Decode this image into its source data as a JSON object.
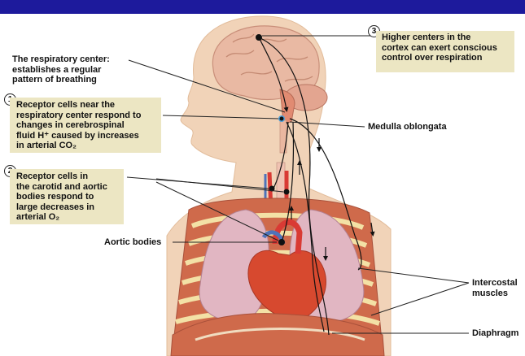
{
  "colors": {
    "title_bar": "#1d1a9c",
    "callout_box": "#ece6c3",
    "skin": "#f1d3b8",
    "brain": "#e9b9a3",
    "lungs": "#e1b6c2",
    "heart": "#d7492f",
    "muscle": "#cf6a4b"
  },
  "callouts": {
    "cortex": {
      "number": "3",
      "lines": [
        "Higher centers in the",
        "cortex can exert conscious",
        "control over respiration"
      ]
    },
    "respiratory_center": {
      "lines": [
        "The respiratory center:",
        "establishes a regular",
        "pattern of breathing"
      ]
    },
    "central_receptors": {
      "number": "1",
      "lines": [
        "Receptor cells near the",
        "respiratory center respond to",
        "changes in cerebrospinal",
        "fluid H⁺ caused by increases",
        "in arterial CO₂"
      ]
    },
    "peripheral_receptors": {
      "number": "2",
      "lines": [
        "Receptor cells in",
        "the carotid and aortic",
        "bodies respond to",
        "large decreases in",
        "arterial O₂"
      ]
    }
  },
  "labels": {
    "medulla": "Medulla oblongata",
    "aortic_bodies": "Aortic bodies",
    "intercostal": [
      "Intercostal",
      "muscles"
    ],
    "diaphragm": "Diaphragm"
  }
}
